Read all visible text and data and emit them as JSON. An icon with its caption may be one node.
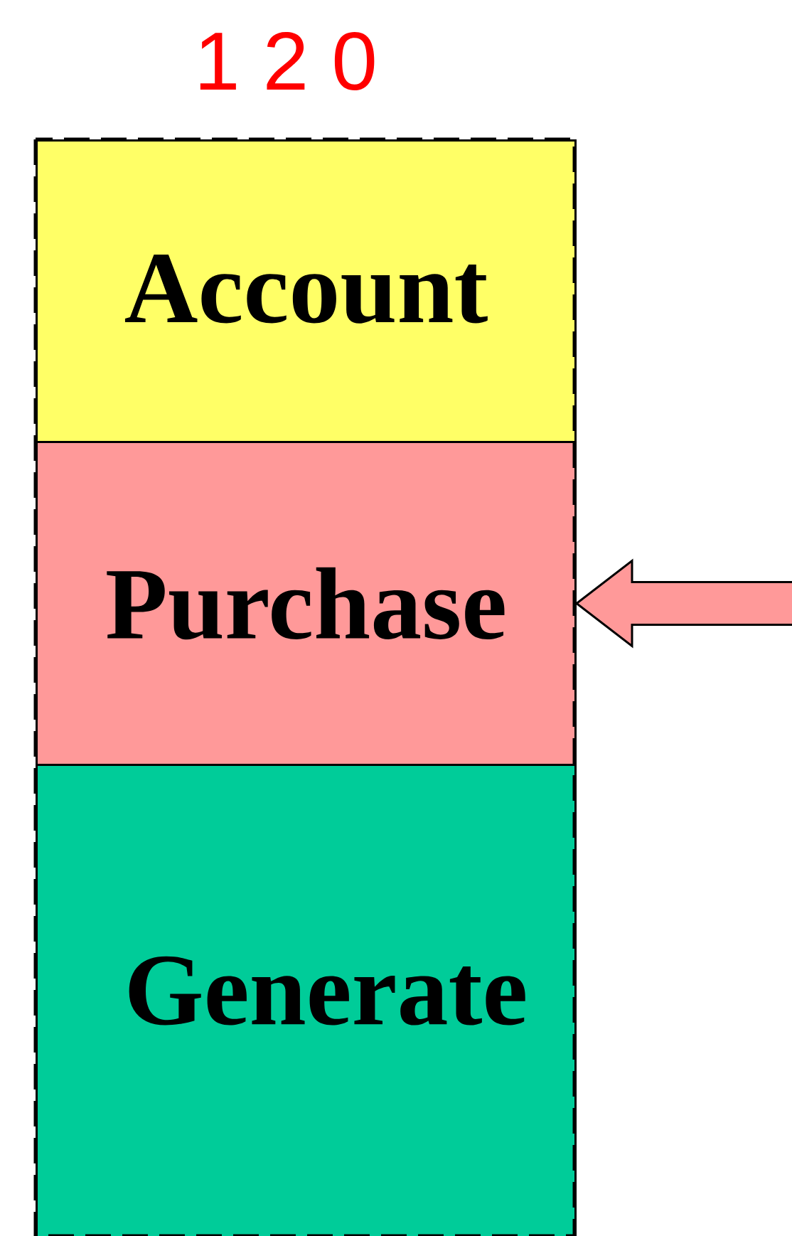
{
  "diagram": {
    "title": "1 2 0",
    "nodes": [
      {
        "text": [
          "Account"
        ]
      },
      {
        "text": [
          "Purchase"
        ]
      },
      {
        "text": [
          "Generate"
        ]
      }
    ],
    "edges": [
      {
        "from": null,
        "to": 1,
        "arrow": "to"
      }
    ]
  }
}
